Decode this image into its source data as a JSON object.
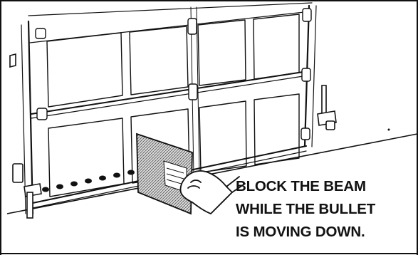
{
  "caption": {
    "lines": [
      "BLOCK THE BEAM",
      "WHILE THE BULLET",
      "IS MOVING DOWN."
    ]
  },
  "colors": {
    "ink": "#111111",
    "background": "#ffffff",
    "sensor_fill": "#888888"
  },
  "icons": {
    "door": "garage-door",
    "hinge": "hinge-icon",
    "sensor": "safety-sensor-icon",
    "hand": "hand-icon",
    "object": "blocking-board"
  }
}
